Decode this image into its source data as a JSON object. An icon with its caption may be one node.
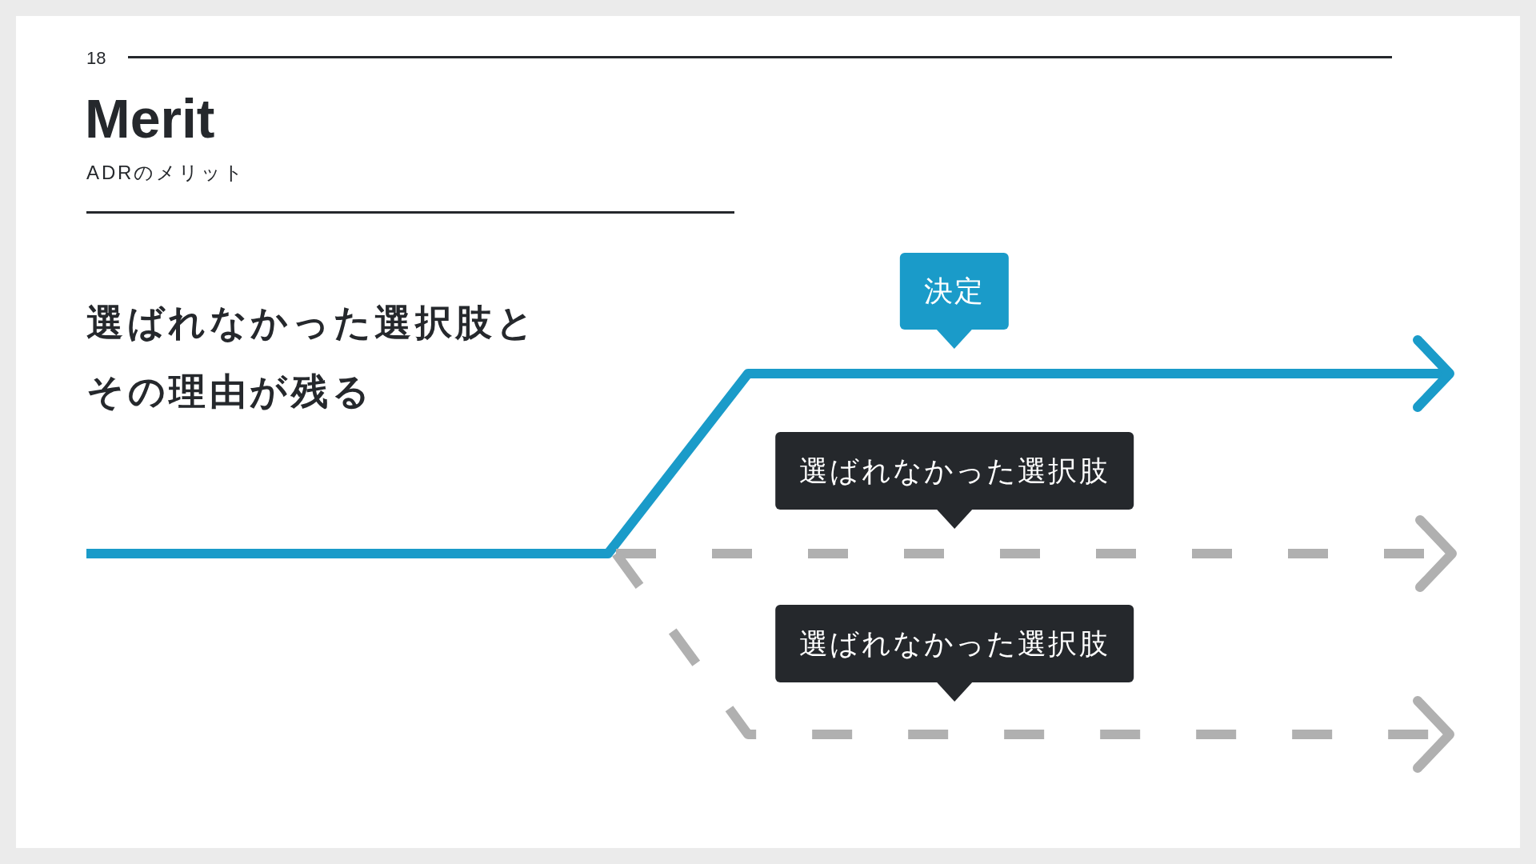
{
  "diagram": {
    "title": "Merit",
    "nodes": [
      {
        "text": [
          "決定"
        ]
      },
      {
        "text": [
          "選ばれなかった選択肢"
        ]
      },
      {
        "text": [
          "選ばれなかった選択肢"
        ]
      }
    ],
    "labels": [
      "18",
      "ADRのメリット",
      "選ばれなかった選択肢とその理由が残る"
    ]
  }
}
